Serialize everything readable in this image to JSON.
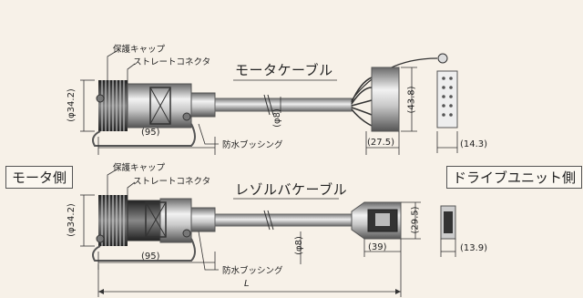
{
  "top": {
    "cap_label": "保護キャップ",
    "connector_label": "ストレートコネクタ",
    "cable_title": "モータケーブル",
    "bushing_label": "防水ブッシング",
    "dia_connector": "(φ34.2)",
    "len_connector": "(95)",
    "dia_cable": "(φ8)",
    "plug_height": "(43.8)",
    "plug_len": "(27.5)",
    "plug_width": "(14.3)"
  },
  "bottom": {
    "cap_label": "保護キャップ",
    "connector_label": "ストレートコネクタ",
    "cable_title": "レゾルバケーブル",
    "bushing_label": "防水ブッシング",
    "dia_connector": "(φ34.2)",
    "len_connector": "(95)",
    "dia_cable": "(φ8)",
    "plug_height": "(29.5)",
    "plug_len": "(39)",
    "plug_width": "(13.9)"
  },
  "motor_side": "モータ側",
  "drive_side": "ドライブユニット側",
  "length_label": "L"
}
